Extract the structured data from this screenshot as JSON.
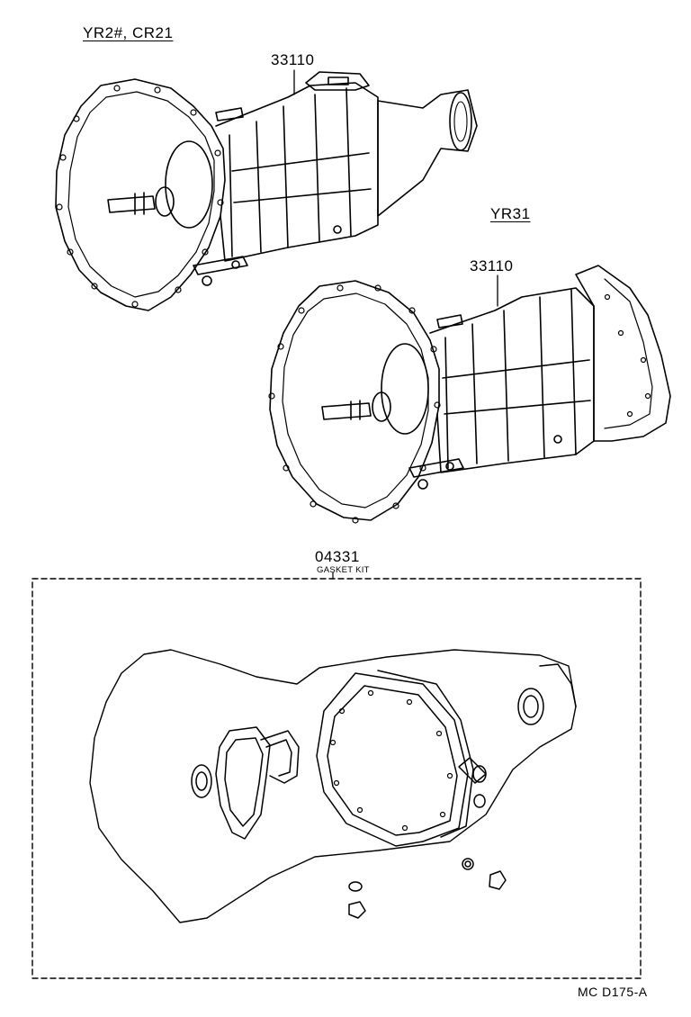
{
  "labels": {
    "model_group_1": "YR2#, CR21",
    "model_group_2": "YR31",
    "part_transmission_1": "33110",
    "part_transmission_2": "33110",
    "part_gasket_kit": "04331",
    "gasket_kit_name": "GASKET KIT",
    "drawing_code": "MC D175-A"
  },
  "icons": {
    "transmission_1": "manual-transmission-assembly-icon",
    "transmission_2": "manual-transmission-assembly-icon",
    "gasket_kit": "gasket-kit-icon"
  }
}
